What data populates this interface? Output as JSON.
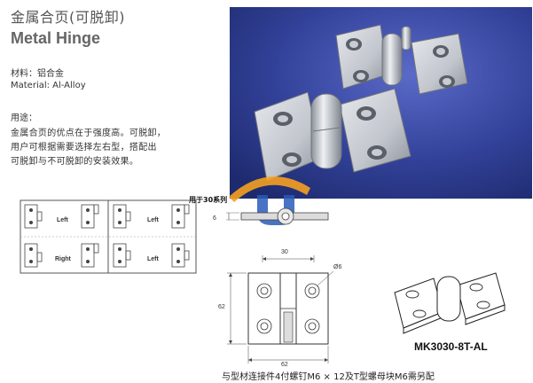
{
  "header": {
    "title_cn": "金属合页(可脱卸)",
    "title_en": "Metal Hinge"
  },
  "material": {
    "cn": "材料：铝合金",
    "en": "Material: Al-Alloy"
  },
  "usage": {
    "heading": "用途：",
    "lines": [
      "金属合页的优点在于强度高。可脱卸，",
      "用户可根据需要选择左右型，搭配出",
      "可脱卸与不可脱卸的安装效果。"
    ]
  },
  "schematic": {
    "labels": [
      "Left",
      "Left",
      "Right",
      "Left"
    ]
  },
  "side_view": {
    "series_label": "用于30系列",
    "thickness": "6"
  },
  "drawing": {
    "dim_top": "30",
    "dim_hole": "Ø6",
    "dim_height": "62",
    "dim_bottom": "62"
  },
  "product": {
    "model": "MK3030-8T-AL",
    "note": "与型材连接件4付螺钉M6 × 12及T型螺母块M6需另配"
  },
  "colors": {
    "photo_bg": "#2c3a8a",
    "metal": "#c9ccd2",
    "logo_orange": "#f5a020",
    "logo_blue": "#2a5ab8"
  }
}
